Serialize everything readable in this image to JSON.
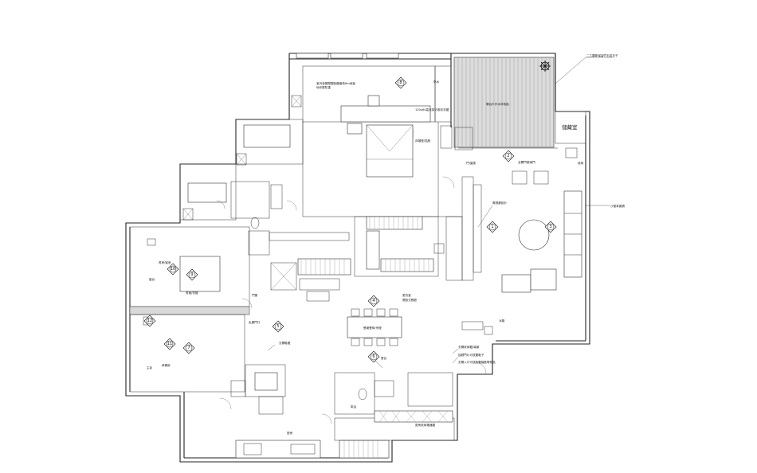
{
  "labels": {
    "balcony_plant": "二工翻新保留竹石岩石子",
    "master_ceiling": "室內墊層間層距離最低6m地板",
    "master_ceiling2": "地坪層防重",
    "water_heater": "熱水",
    "wardrobe": "130x60高衣架可收收衣櫃",
    "bedside": "床頭燈/插座",
    "balcony_floor": "陽台戶外木材地板",
    "storage_room": "儲藏室",
    "door": "門/窗簾",
    "sliding": "全開門玻璃門",
    "fridge": "冰箱",
    "living_tv": "電視牆設計",
    "sofa_wall": "沙發背景牆",
    "kids_room": "書房/客房",
    "kids_detail": "窗台",
    "study_desk": "書桌/衣櫃",
    "door2": "門簾",
    "dining_wall": "開放式餐廳",
    "dining_note": "餐台",
    "dining_table": "餐桌餐椅/吊燈",
    "corridor": "走廊門口",
    "shoe": "玄關鞋櫃",
    "kitchen_note": "廚房",
    "entry_note": "玄關收納櫃/端景",
    "entry_detail": "抽屜門片可放置鞋子",
    "entry_detail2": "玄關入口可放放置鑰匙等物品",
    "vanity": "更衣室",
    "bath_note": "衛浴",
    "kitchen_storage": "廚房收納電器櫃",
    "bath2": "主臥",
    "study": "孝親房",
    "note_small": "收納"
  },
  "markers": [
    "1",
    "2",
    "3",
    "4",
    "5",
    "6",
    "7",
    "8",
    "9",
    "10",
    "11",
    "12"
  ]
}
